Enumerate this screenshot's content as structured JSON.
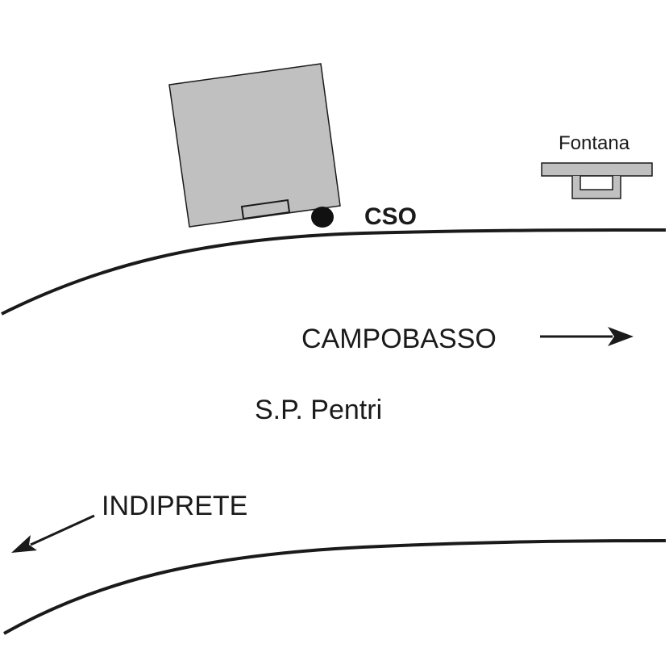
{
  "map": {
    "road_name": "S.P. Pentri",
    "direction_east": "CAMPOBASSO",
    "direction_west": "INDIPRETE"
  },
  "features": {
    "overflow_point": "CSO",
    "fountain": "Fontana"
  },
  "colors": {
    "building_fill": "#c0c0c0",
    "fountain_fill": "#c0c0c0",
    "line": "#1a1a1a",
    "background": "#ffffff"
  }
}
